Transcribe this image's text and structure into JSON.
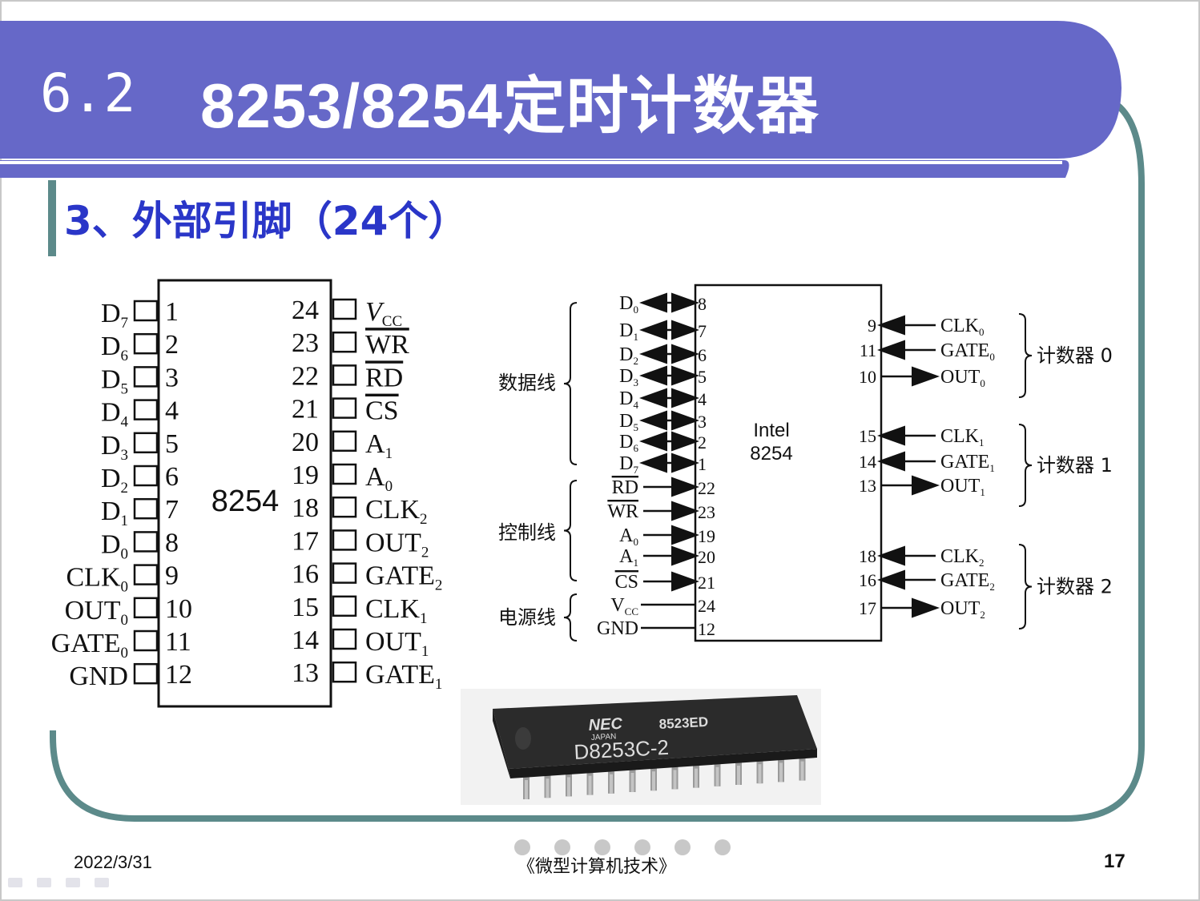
{
  "header": {
    "section_number": "6.2",
    "title": "8253/8254定时计数器",
    "colors": {
      "banner": "#6668c8",
      "border": "#5c8a8a",
      "subtitle": "#2a36c8"
    }
  },
  "subtitle": "3、外部引脚（24个）",
  "left_pinout": {
    "chip_label": "8254",
    "left_pins": [
      {
        "num": "1",
        "name": "D",
        "sub": "7"
      },
      {
        "num": "2",
        "name": "D",
        "sub": "6"
      },
      {
        "num": "3",
        "name": "D",
        "sub": "5"
      },
      {
        "num": "4",
        "name": "D",
        "sub": "4"
      },
      {
        "num": "5",
        "name": "D",
        "sub": "3"
      },
      {
        "num": "6",
        "name": "D",
        "sub": "2"
      },
      {
        "num": "7",
        "name": "D",
        "sub": "1"
      },
      {
        "num": "8",
        "name": "D",
        "sub": "0"
      },
      {
        "num": "9",
        "name": "CLK",
        "sub": "0"
      },
      {
        "num": "10",
        "name": "OUT",
        "sub": "0"
      },
      {
        "num": "11",
        "name": "GATE",
        "sub": "0"
      },
      {
        "num": "12",
        "name": "GND",
        "sub": ""
      }
    ],
    "right_pins": [
      {
        "num": "24",
        "name": "V",
        "sub": "CC",
        "italic": true,
        "over": false
      },
      {
        "num": "23",
        "name": "WR",
        "sub": "",
        "over": true
      },
      {
        "num": "22",
        "name": "RD",
        "sub": "",
        "over": true
      },
      {
        "num": "21",
        "name": "CS",
        "sub": "",
        "over": true
      },
      {
        "num": "20",
        "name": "A",
        "sub": "1",
        "over": false
      },
      {
        "num": "19",
        "name": "A",
        "sub": "0",
        "over": false
      },
      {
        "num": "18",
        "name": "CLK",
        "sub": "2",
        "over": false
      },
      {
        "num": "17",
        "name": "OUT",
        "sub": "2",
        "over": false
      },
      {
        "num": "16",
        "name": "GATE",
        "sub": "2",
        "over": false
      },
      {
        "num": "15",
        "name": "CLK",
        "sub": "1",
        "over": false
      },
      {
        "num": "14",
        "name": "OUT",
        "sub": "1",
        "over": false
      },
      {
        "num": "13",
        "name": "GATE",
        "sub": "1",
        "over": false
      }
    ]
  },
  "right_block": {
    "chip_label_line1": "Intel",
    "chip_label_line2": "8254",
    "groups": {
      "data": "数据线",
      "control": "控制线",
      "power": "电源线"
    },
    "left_pins": [
      {
        "name": "D",
        "sub": "0",
        "num": "8",
        "dir": "both",
        "over": false
      },
      {
        "name": "D",
        "sub": "1",
        "num": "7",
        "dir": "both",
        "over": false
      },
      {
        "name": "D",
        "sub": "2",
        "num": "6",
        "dir": "both",
        "over": false
      },
      {
        "name": "D",
        "sub": "3",
        "num": "5",
        "dir": "both",
        "over": false
      },
      {
        "name": "D",
        "sub": "4",
        "num": "4",
        "dir": "both",
        "over": false
      },
      {
        "name": "D",
        "sub": "5",
        "num": "3",
        "dir": "both",
        "over": false
      },
      {
        "name": "D",
        "sub": "6",
        "num": "2",
        "dir": "both",
        "over": false
      },
      {
        "name": "D",
        "sub": "7",
        "num": "1",
        "dir": "both",
        "over": false
      },
      {
        "name": "RD",
        "sub": "",
        "num": "22",
        "dir": "in",
        "over": true
      },
      {
        "name": "WR",
        "sub": "",
        "num": "23",
        "dir": "in",
        "over": true
      },
      {
        "name": "A",
        "sub": "0",
        "num": "19",
        "dir": "in",
        "over": false
      },
      {
        "name": "A",
        "sub": "1",
        "num": "20",
        "dir": "in",
        "over": false
      },
      {
        "name": "CS",
        "sub": "",
        "num": "21",
        "dir": "in",
        "over": true
      },
      {
        "name": "V",
        "sub": "CC",
        "num": "24",
        "dir": "line",
        "over": false
      },
      {
        "name": "GND",
        "sub": "",
        "num": "12",
        "dir": "line",
        "over": false
      }
    ],
    "counters": [
      {
        "label": "计数器 0",
        "pins": [
          {
            "num": "9",
            "name": "CLK",
            "sub": "0",
            "dir": "in"
          },
          {
            "num": "11",
            "name": "GATE",
            "sub": "0",
            "dir": "in"
          },
          {
            "num": "10",
            "name": "OUT",
            "sub": "0",
            "dir": "out"
          }
        ]
      },
      {
        "label": "计数器 1",
        "pins": [
          {
            "num": "15",
            "name": "CLK",
            "sub": "1",
            "dir": "in"
          },
          {
            "num": "14",
            "name": "GATE",
            "sub": "1",
            "dir": "in"
          },
          {
            "num": "13",
            "name": "OUT",
            "sub": "1",
            "dir": "out"
          }
        ]
      },
      {
        "label": "计数器 2",
        "pins": [
          {
            "num": "18",
            "name": "CLK",
            "sub": "2",
            "dir": "in"
          },
          {
            "num": "16",
            "name": "GATE",
            "sub": "2",
            "dir": "in"
          },
          {
            "num": "17",
            "name": "OUT",
            "sub": "2",
            "dir": "out"
          }
        ]
      }
    ]
  },
  "photo": {
    "brand": "NEC",
    "origin": "JAPAN",
    "code": "8523ED",
    "part": "D8253C-2"
  },
  "footer": {
    "date": "2022/3/31",
    "course": "《微型计算机技术》",
    "page": "17"
  }
}
